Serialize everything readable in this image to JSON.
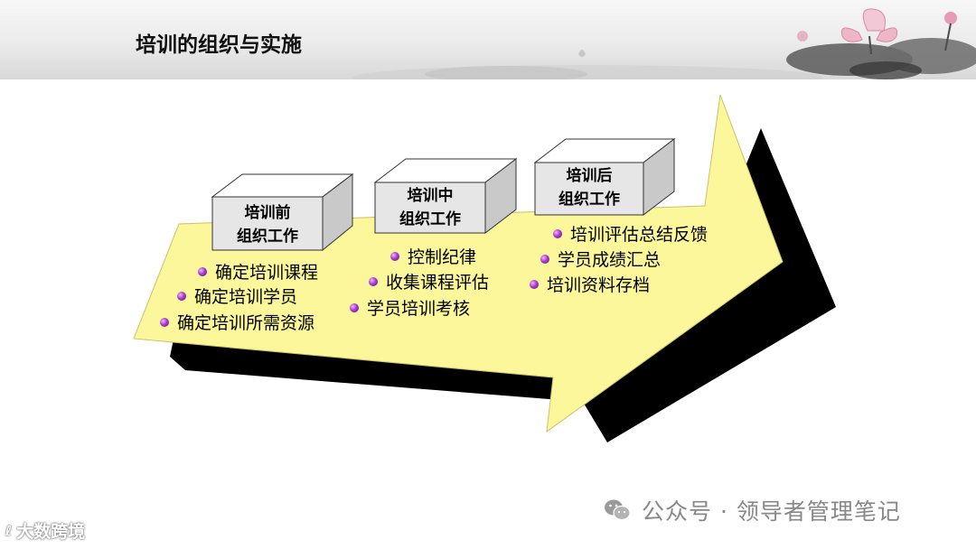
{
  "header": {
    "title": "培训的组织与实施"
  },
  "stages": [
    {
      "line1": "培训前",
      "line2": "组织工作",
      "items": [
        "确定培训课程",
        "确定培训学员",
        "确定培训所需资源"
      ]
    },
    {
      "line1": "培训中",
      "line2": "组织工作",
      "items": [
        "控制纪律",
        "收集课程评估",
        "学员培训考核"
      ]
    },
    {
      "line1": "培训后",
      "line2": "组织工作",
      "items": [
        "培训评估总结反馈",
        "学员成绩汇总",
        "培训资料存档"
      ]
    }
  ],
  "watermark": {
    "text": "公众号 · 领导者管理笔记",
    "icon": "wechat-icon"
  },
  "corner_mark": {
    "text": "大数跨境",
    "logo": "ℓ"
  },
  "colors": {
    "arrow_fill": "#fbf79a",
    "shadow": "#000000",
    "box_front": "#e6e6e6",
    "bullet": "#a93ad0"
  }
}
